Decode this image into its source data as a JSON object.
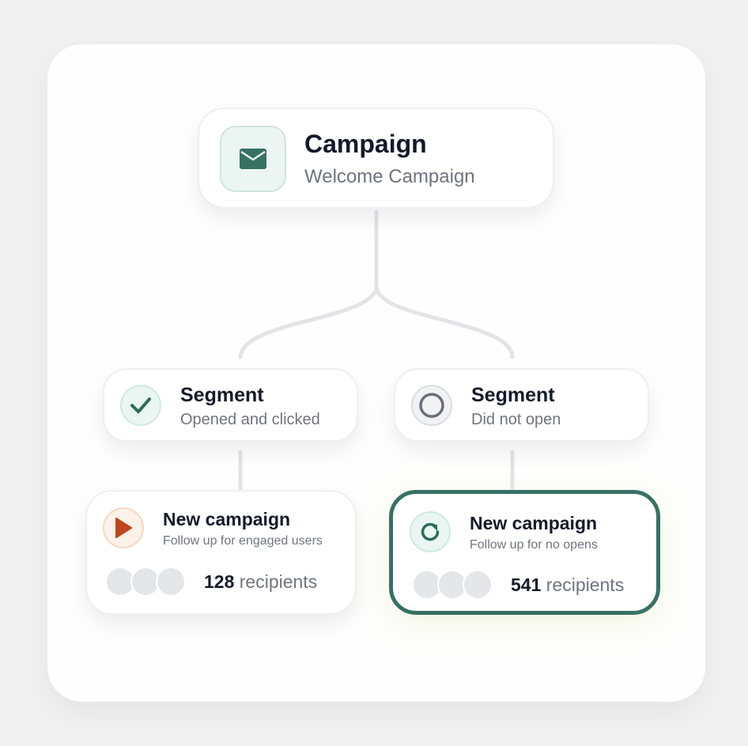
{
  "campaign": {
    "title": "Campaign",
    "subtitle": "Welcome Campaign",
    "icon": "envelope-icon"
  },
  "segments": [
    {
      "title": "Segment",
      "subtitle": "Opened and clicked",
      "icon": "check-icon",
      "status": "complete"
    },
    {
      "title": "Segment",
      "subtitle": "Did not open",
      "icon": "empty-circle-icon",
      "status": "pending"
    }
  ],
  "new_campaigns": [
    {
      "title": "New campaign",
      "subtitle": "Follow up for engaged users",
      "icon": "play-icon",
      "recipients_count": "128",
      "recipients_label": "recipients",
      "selected": false
    },
    {
      "title": "New campaign",
      "subtitle": "Follow up for no opens",
      "icon": "refresh-icon",
      "recipients_count": "541",
      "recipients_label": "recipients",
      "selected": true
    }
  ],
  "colors": {
    "accent": "#367164",
    "play": "#c0441c",
    "connector": "#e4e4e8"
  }
}
